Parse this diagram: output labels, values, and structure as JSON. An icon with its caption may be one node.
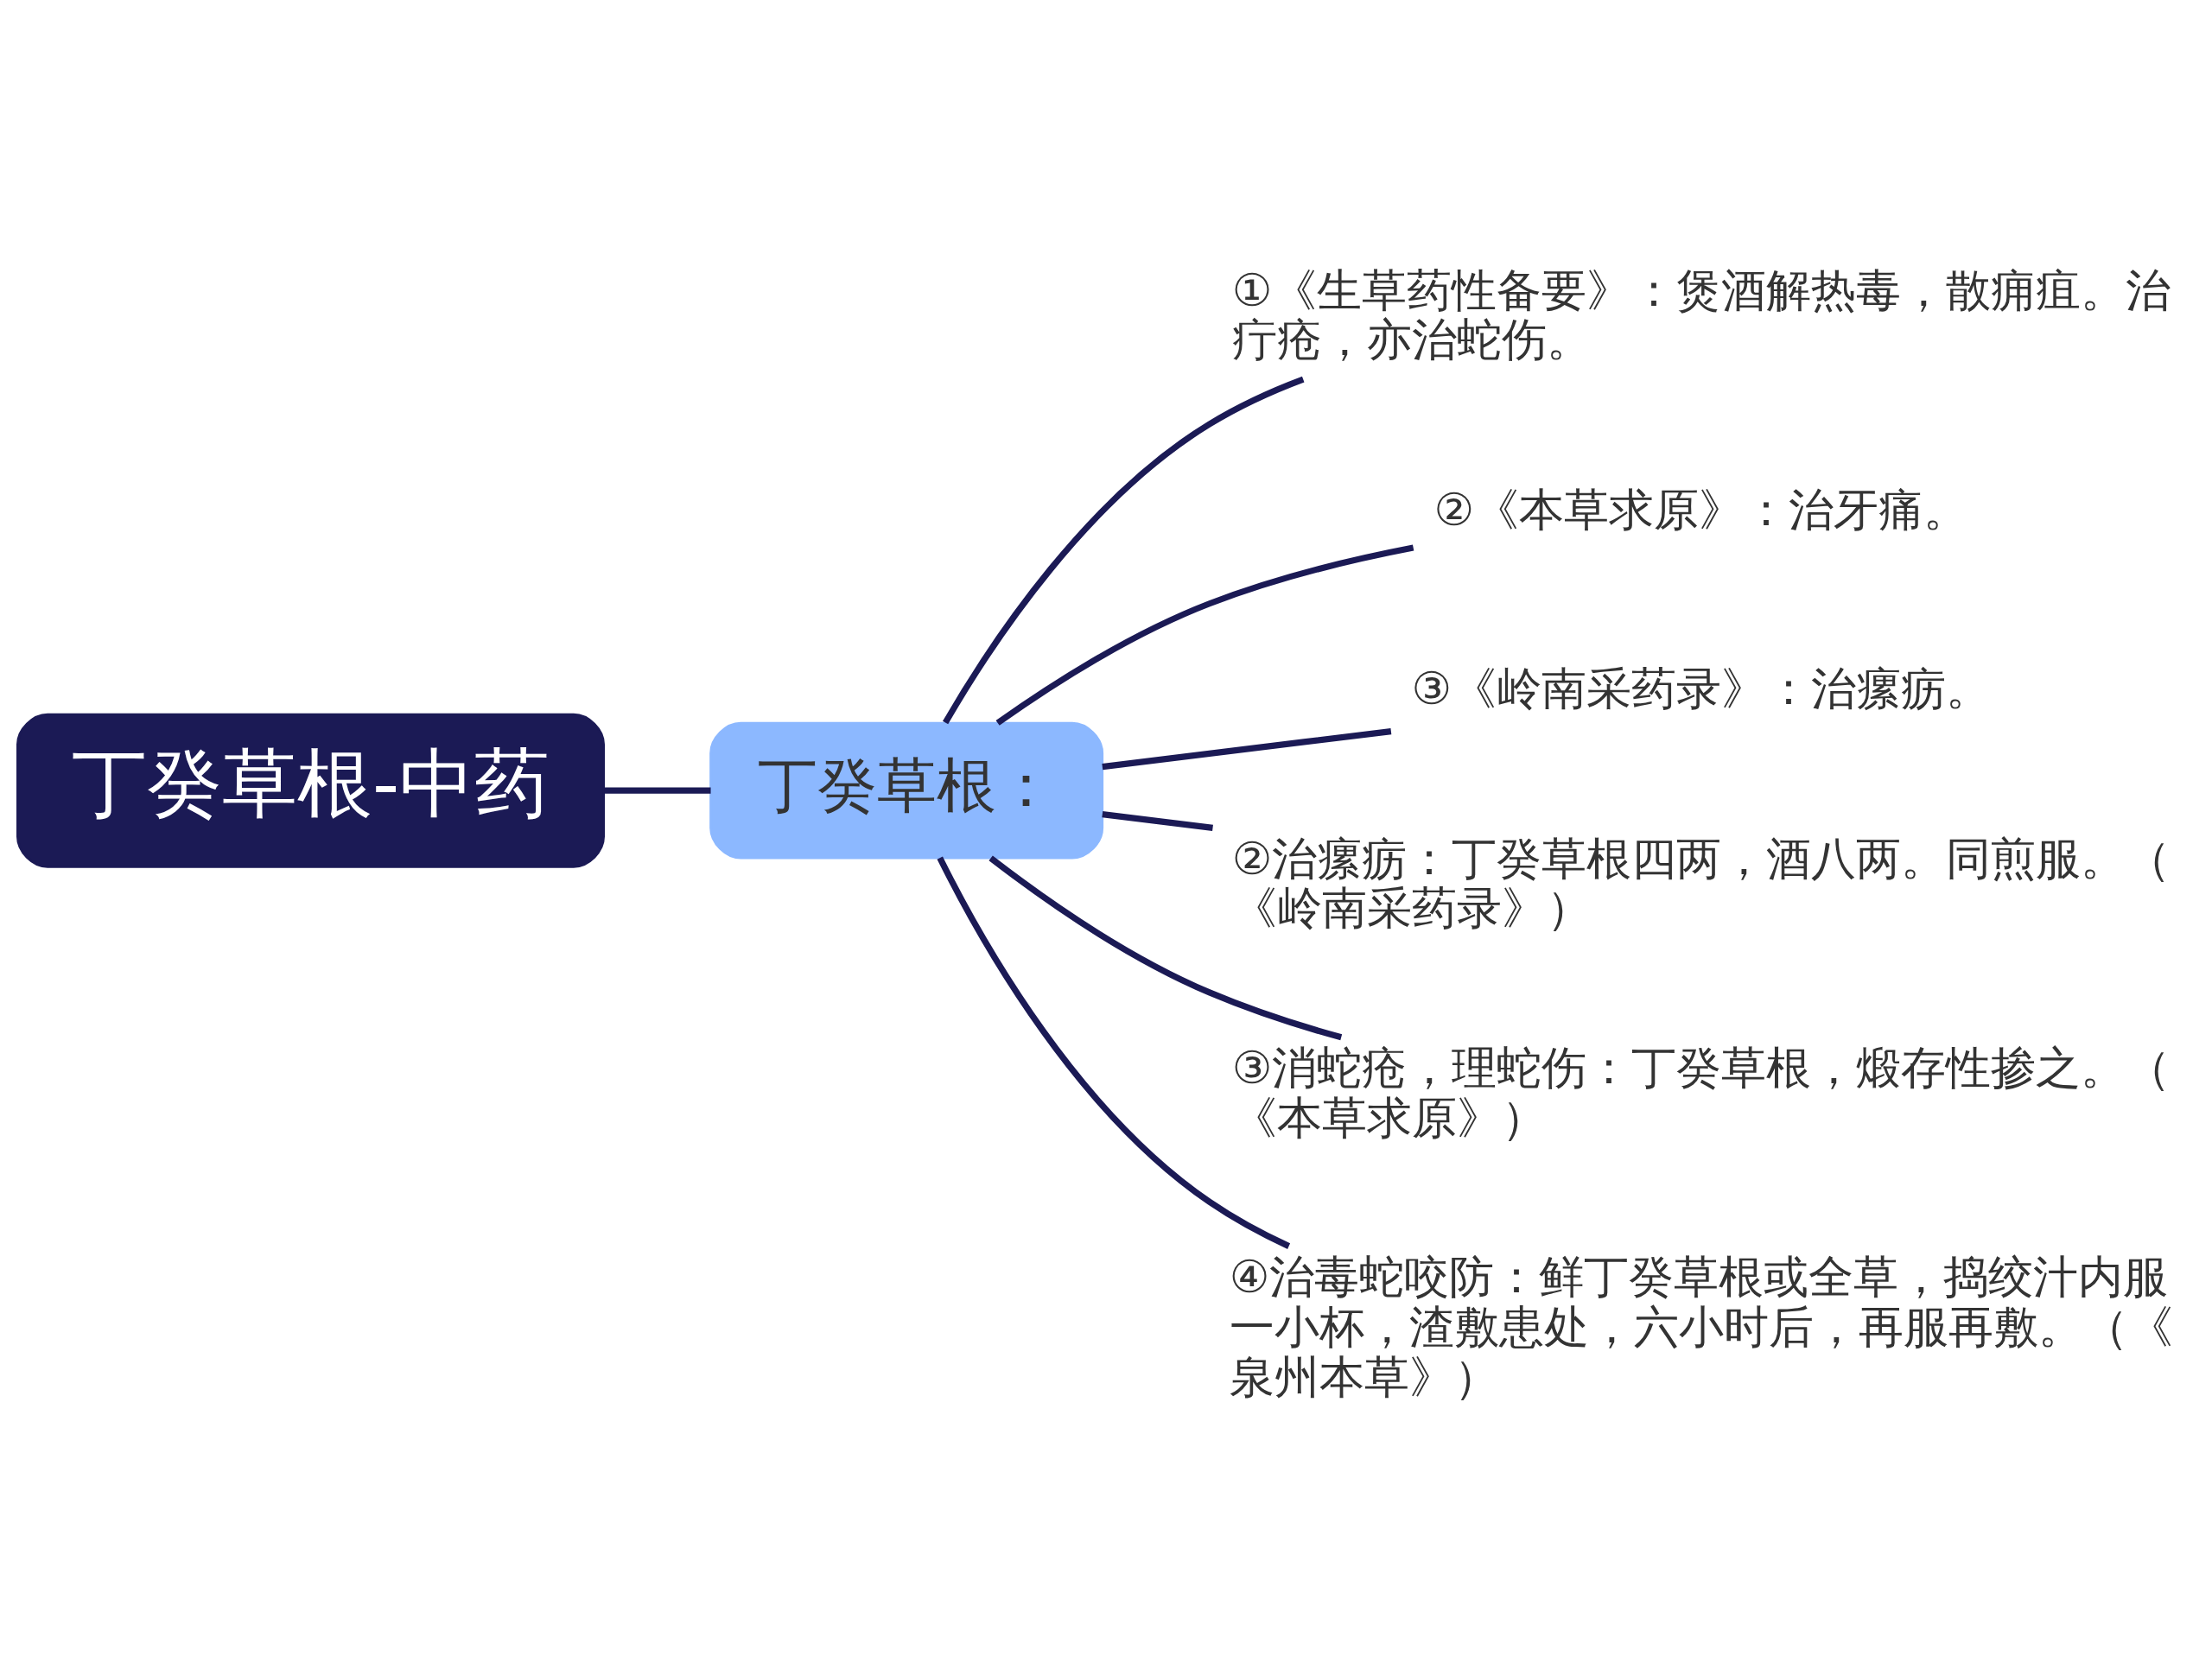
{
  "diagram": {
    "nodes": [
      {
        "text": [
          "丁癸草根-中药"
        ]
      },
      {
        "text": [
          "丁癸草根："
        ]
      },
      {
        "text": [
          "①《生草药性备要》：煲酒解热毒，散痈疽。治疔疮，亦治蛇伤。"
        ]
      },
      {
        "text": [
          "②《本草求原》：治牙痛。"
        ]
      },
      {
        "text": [
          "③《岭南采药录》：治瘰疬。"
        ]
      },
      {
        "text": [
          "②治瘰疬：丁癸草根四两，酒八两。同煎服。（《岭南采药录》）"
        ]
      },
      {
        "text": [
          "③消蛇疮，理蛇伤：丁癸草根，煅存性掺之。（《本草求原》）"
        ]
      },
      {
        "text": [
          "④治毒蛇咬防：鲜丁癸草根或全草，捣绞汁内服一小杯，渣敷患处，六小时后，再服再敷。（《泉州本草》）"
        ]
      }
    ],
    "edges": [
      {
        "from": 0,
        "to": 1,
        "arrow": "none"
      },
      {
        "from": 1,
        "to": 2,
        "arrow": "none"
      },
      {
        "from": 1,
        "to": 3,
        "arrow": "none"
      },
      {
        "from": 1,
        "to": 4,
        "arrow": "none"
      },
      {
        "from": 1,
        "to": 5,
        "arrow": "none"
      },
      {
        "from": 1,
        "to": 6,
        "arrow": "none"
      },
      {
        "from": 1,
        "to": 7,
        "arrow": "none"
      }
    ]
  }
}
